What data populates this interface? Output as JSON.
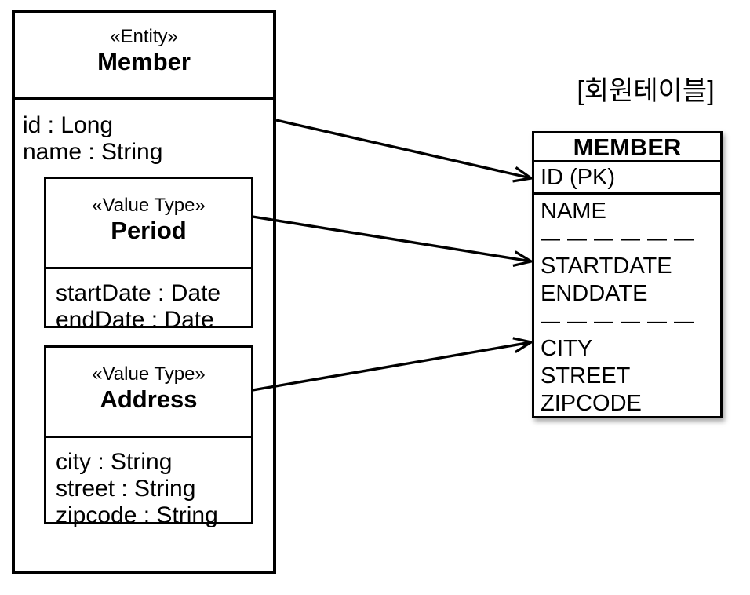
{
  "colors": {
    "line": "#000000",
    "background": "#ffffff"
  },
  "entity": {
    "stereotype": "«Entity»",
    "name": "Member",
    "attributes": [
      "id : Long",
      "name : String"
    ]
  },
  "value_types": [
    {
      "stereotype": "«Value Type»",
      "name": "Period",
      "attributes": [
        "startDate : Date",
        "endDate : Date"
      ]
    },
    {
      "stereotype": "«Value Type»",
      "name": "Address",
      "attributes": [
        "city : String",
        "street : String",
        "zipcode : String"
      ]
    }
  ],
  "table": {
    "caption": "[회원테이블]",
    "name": "MEMBER",
    "primary_key_row": "ID (PK)",
    "rows": [
      {
        "type": "column",
        "label": "NAME"
      },
      {
        "type": "separator",
        "label": "——————"
      },
      {
        "type": "column",
        "label": "STARTDATE"
      },
      {
        "type": "column",
        "label": "ENDDATE"
      },
      {
        "type": "separator",
        "label": "——————"
      },
      {
        "type": "column",
        "label": "CITY"
      },
      {
        "type": "column",
        "label": "STREET"
      },
      {
        "type": "column",
        "label": "ZIPCODE"
      }
    ]
  },
  "arrows": [
    {
      "name": "member-id-to-pk"
    },
    {
      "name": "period-to-date-columns"
    },
    {
      "name": "address-to-address-columns"
    }
  ]
}
